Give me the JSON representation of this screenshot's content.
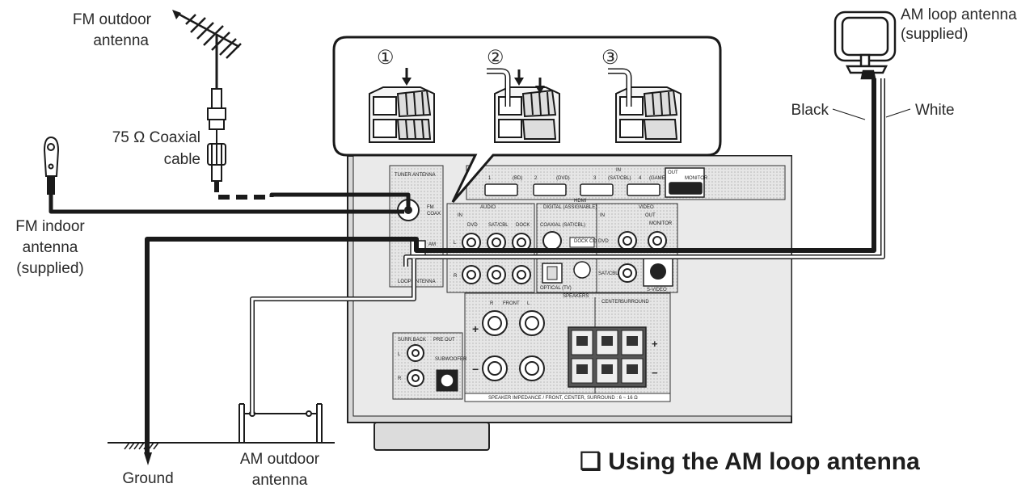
{
  "labels": {
    "fm_outdoor_line1": "FM outdoor",
    "fm_outdoor_line2": "antenna",
    "coax_line1": "75 Ω Coaxial",
    "coax_line2": "cable",
    "fm_indoor_line1": "FM indoor",
    "fm_indoor_line2": "antenna",
    "fm_indoor_line3": "(supplied)",
    "am_loop_line1": "AM loop antenna",
    "am_loop_line2": "(supplied)",
    "black": "Black",
    "white": "White",
    "ground": "Ground",
    "am_outdoor_line1": "AM outdoor",
    "am_outdoor_line2": "antenna"
  },
  "steps": [
    "①",
    "②",
    "③"
  ],
  "heading": "❑ Using the AM loop antenna",
  "panel": {
    "tuner_antenna": "TUNER ANTENNA",
    "fm": "FM",
    "coax": "COAX",
    "am": "AM",
    "loop_antenna": "LOOP ANTENNA",
    "hdmi": "HDMI",
    "hdmi_in": [
      "1",
      "(BD)",
      "2",
      "(DVD)",
      "3",
      "(SAT/CBL)",
      "4",
      "(GAME)"
    ],
    "out": "OUT",
    "monitor": "MONITOR",
    "audio": "AUDIO",
    "digital": "DIGITAL (ASSIGNABLE)",
    "coaxial_satcbl": "COAXIAL (SAT/CBL)",
    "video": "VIDEO",
    "in": "IN",
    "dvd": "DVD",
    "sat_cbl": "SAT/CBL",
    "dock": "DOCK",
    "dock_control": "DOCK CONTROL",
    "optical_tv": "OPTICAL (TV)",
    "s_video": "S-VIDEO",
    "speakers": "SPEAKERS",
    "front": "FRONT",
    "center": "CENTER",
    "surround": "SURROUND",
    "surr_back": "SURR.BACK",
    "pre_out": "PRE OUT",
    "subwoofer": "SUBWOOFER",
    "impedance": "SPEAKER IMPEDANCE / FRONT, CENTER, SURROUND : 6 ~ 16 Ω",
    "r": "R",
    "l": "L",
    "plus": "+",
    "minus": "−"
  },
  "colors": {
    "line": "#1a1a1a",
    "panel_fill": "#e8e8e8",
    "label_text": "#2a2a2a"
  }
}
